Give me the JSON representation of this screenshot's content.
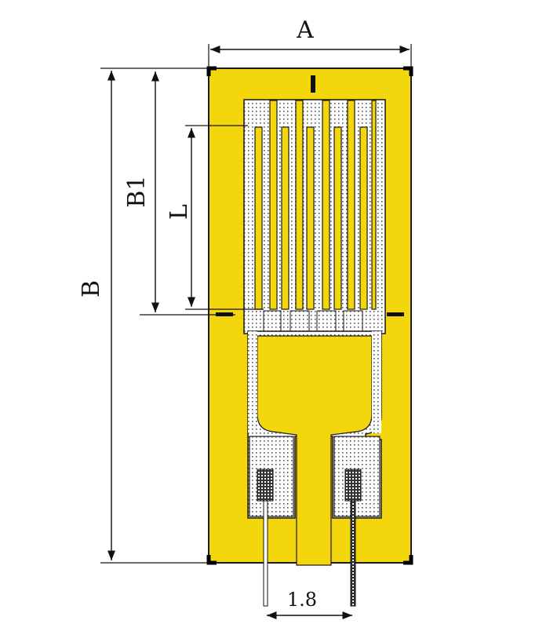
{
  "labels": {
    "width": "A",
    "length": "B",
    "base_length": "B1",
    "grid_length": "L",
    "lead_spacing": "1.8"
  },
  "colors": {
    "substrate": "#f4d60c",
    "foil": "#ffffff",
    "outline": "#1a1a1a",
    "background": "#ffffff"
  }
}
